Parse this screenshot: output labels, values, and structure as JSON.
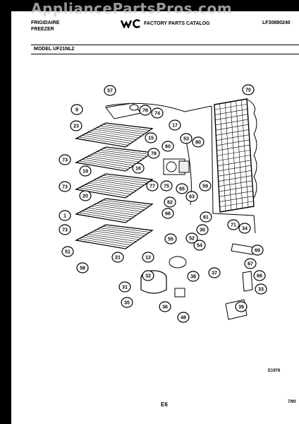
{
  "watermark": "AppliancePartsPros.com",
  "header": {
    "brand": "FRIGIDAIRE",
    "product": "FREEZER",
    "logo": "WC",
    "catalog_title": "FACTORY PARTS CATALOG",
    "catalog_number": "LF30880240"
  },
  "model": "MODEL UF21NL2",
  "figure_code": "E1976",
  "page_code": "E6",
  "date_code": "7/90",
  "callouts": [
    "9",
    "17",
    "15",
    "16",
    "23",
    "73",
    "19",
    "20",
    "73",
    "1",
    "73",
    "51",
    "58",
    "21",
    "12",
    "55",
    "57",
    "76",
    "74",
    "60",
    "53",
    "80",
    "78",
    "77",
    "75",
    "65",
    "59",
    "63",
    "62",
    "66",
    "61",
    "54",
    "52",
    "30",
    "71",
    "34",
    "70",
    "69",
    "67",
    "66",
    "33",
    "32",
    "31",
    "35",
    "38",
    "36",
    "37",
    "48",
    "39"
  ]
}
